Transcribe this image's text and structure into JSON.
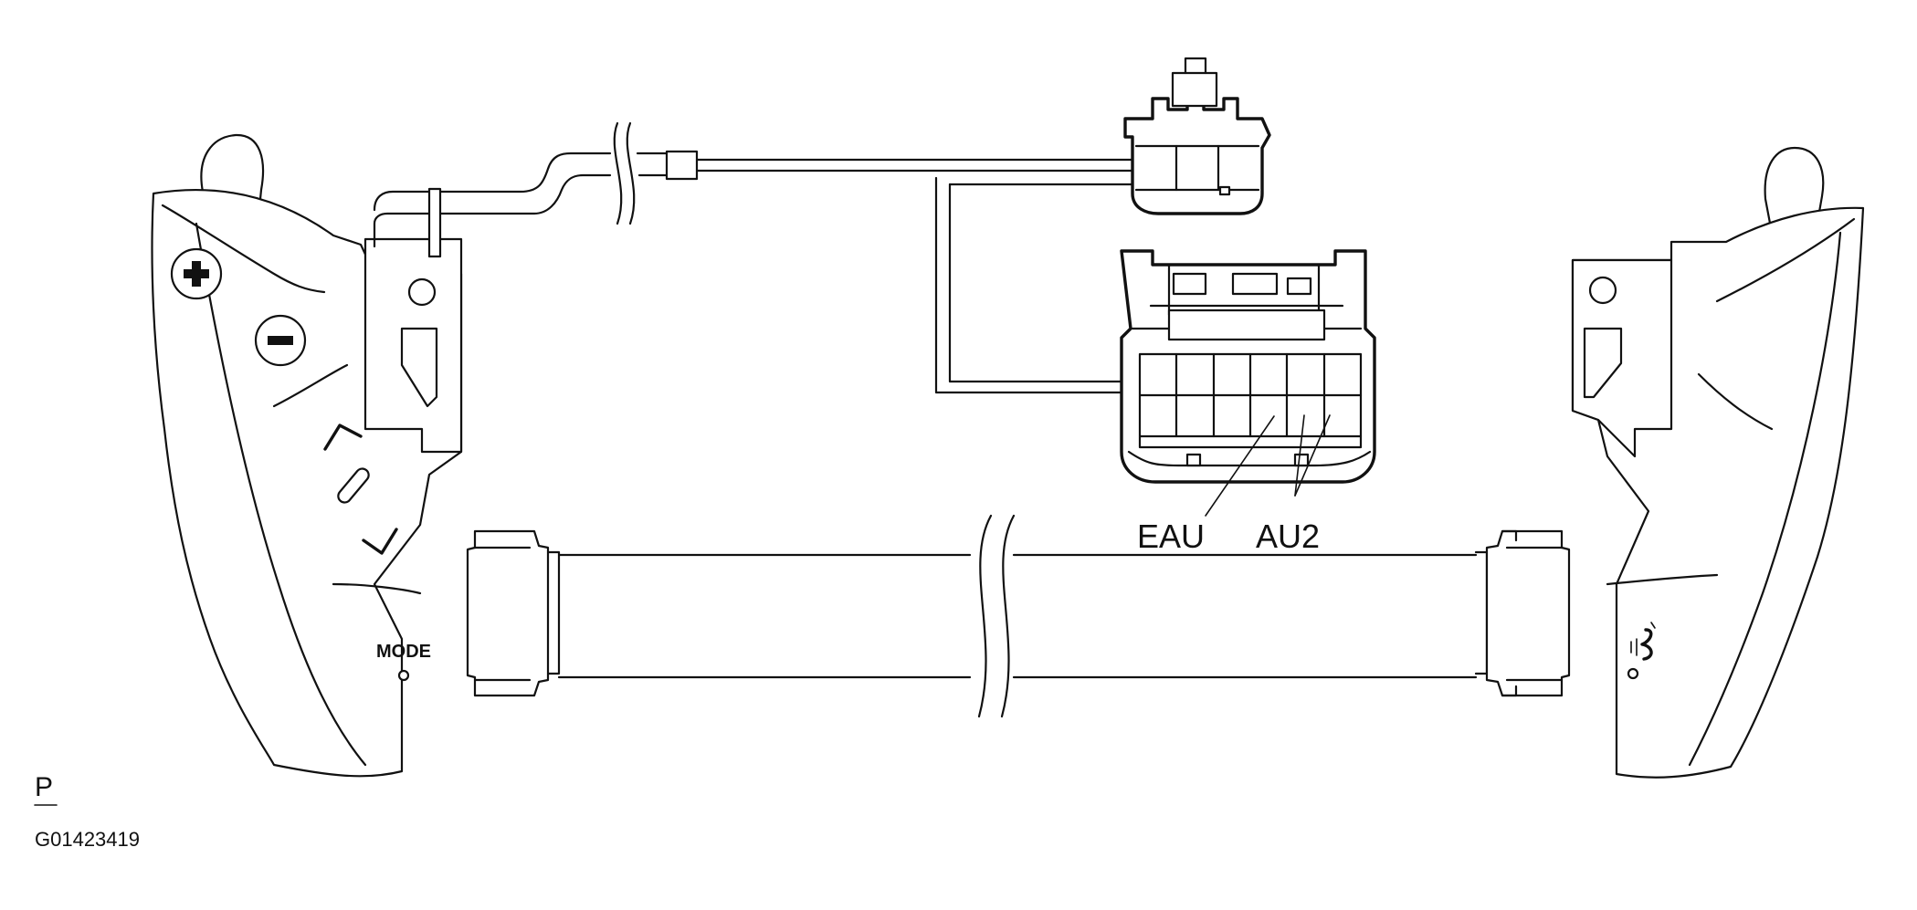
{
  "labels": {
    "connector_left": "EAU",
    "connector_right": "AU2",
    "mode_button": "MODE",
    "corner_mark": "P",
    "figure_id": "G01423419"
  },
  "icons": {
    "volume_up": "plus-icon",
    "volume_down": "minus-icon",
    "seek_up": "chevron-up-icon",
    "seek_down": "chevron-down-icon",
    "voice": "voice-talk-icon"
  },
  "colors": {
    "line": "#111111",
    "background": "#ffffff"
  }
}
